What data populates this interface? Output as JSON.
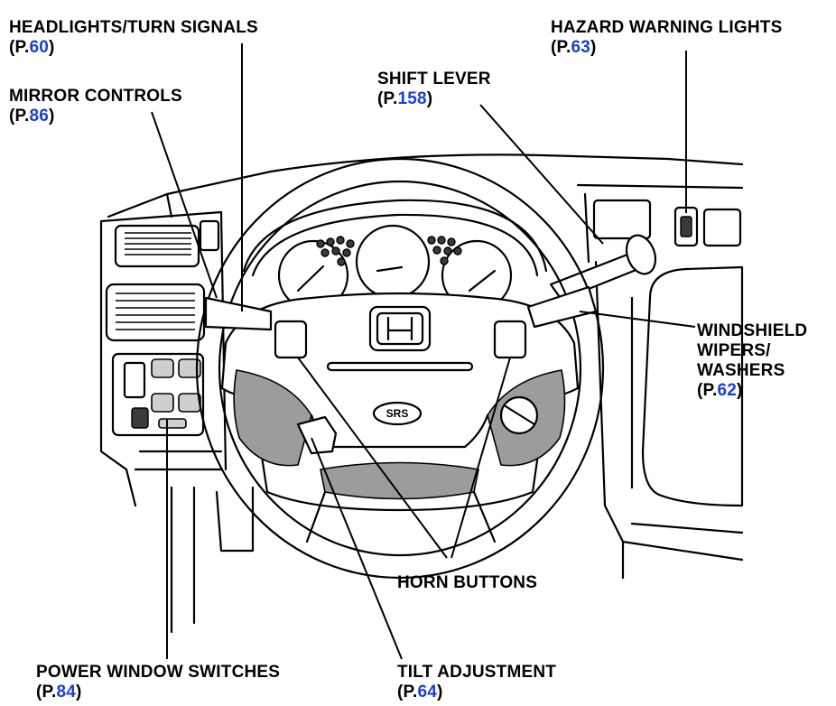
{
  "callouts": {
    "headlights": {
      "lines": [
        "HEADLIGHTS/TURN SIGNALS"
      ],
      "page_prefix": "(P.",
      "page": "60",
      "page_suffix": ")"
    },
    "hazard": {
      "lines": [
        "HAZARD WARNING LIGHTS"
      ],
      "page_prefix": "(P.",
      "page": "63",
      "page_suffix": ")"
    },
    "mirror": {
      "lines": [
        "MIRROR CONTROLS"
      ],
      "page_prefix": "(P.",
      "page": "86",
      "page_suffix": ")"
    },
    "shift": {
      "lines": [
        "SHIFT LEVER"
      ],
      "page_prefix": "(P.",
      "page": "158",
      "page_suffix": ")"
    },
    "wipers": {
      "lines": [
        "WINDSHIELD",
        "WIPERS/",
        "WASHERS"
      ],
      "page_prefix": "(P.",
      "page": "62",
      "page_suffix": ")"
    },
    "horn": {
      "lines": [
        "HORN BUTTONS"
      ]
    },
    "power_window": {
      "lines": [
        "POWER WINDOW SWITCHES"
      ],
      "page_prefix": "(P.",
      "page": "84",
      "page_suffix": ")"
    },
    "tilt": {
      "lines": [
        "TILT ADJUSTMENT"
      ],
      "page_prefix": "(P.",
      "page": "64",
      "page_suffix": ")"
    }
  },
  "emblems": {
    "airbag_badge": "SRS"
  },
  "colors": {
    "page_ref": "#1a3fd6",
    "ink": "#000000",
    "background": "#ffffff"
  }
}
